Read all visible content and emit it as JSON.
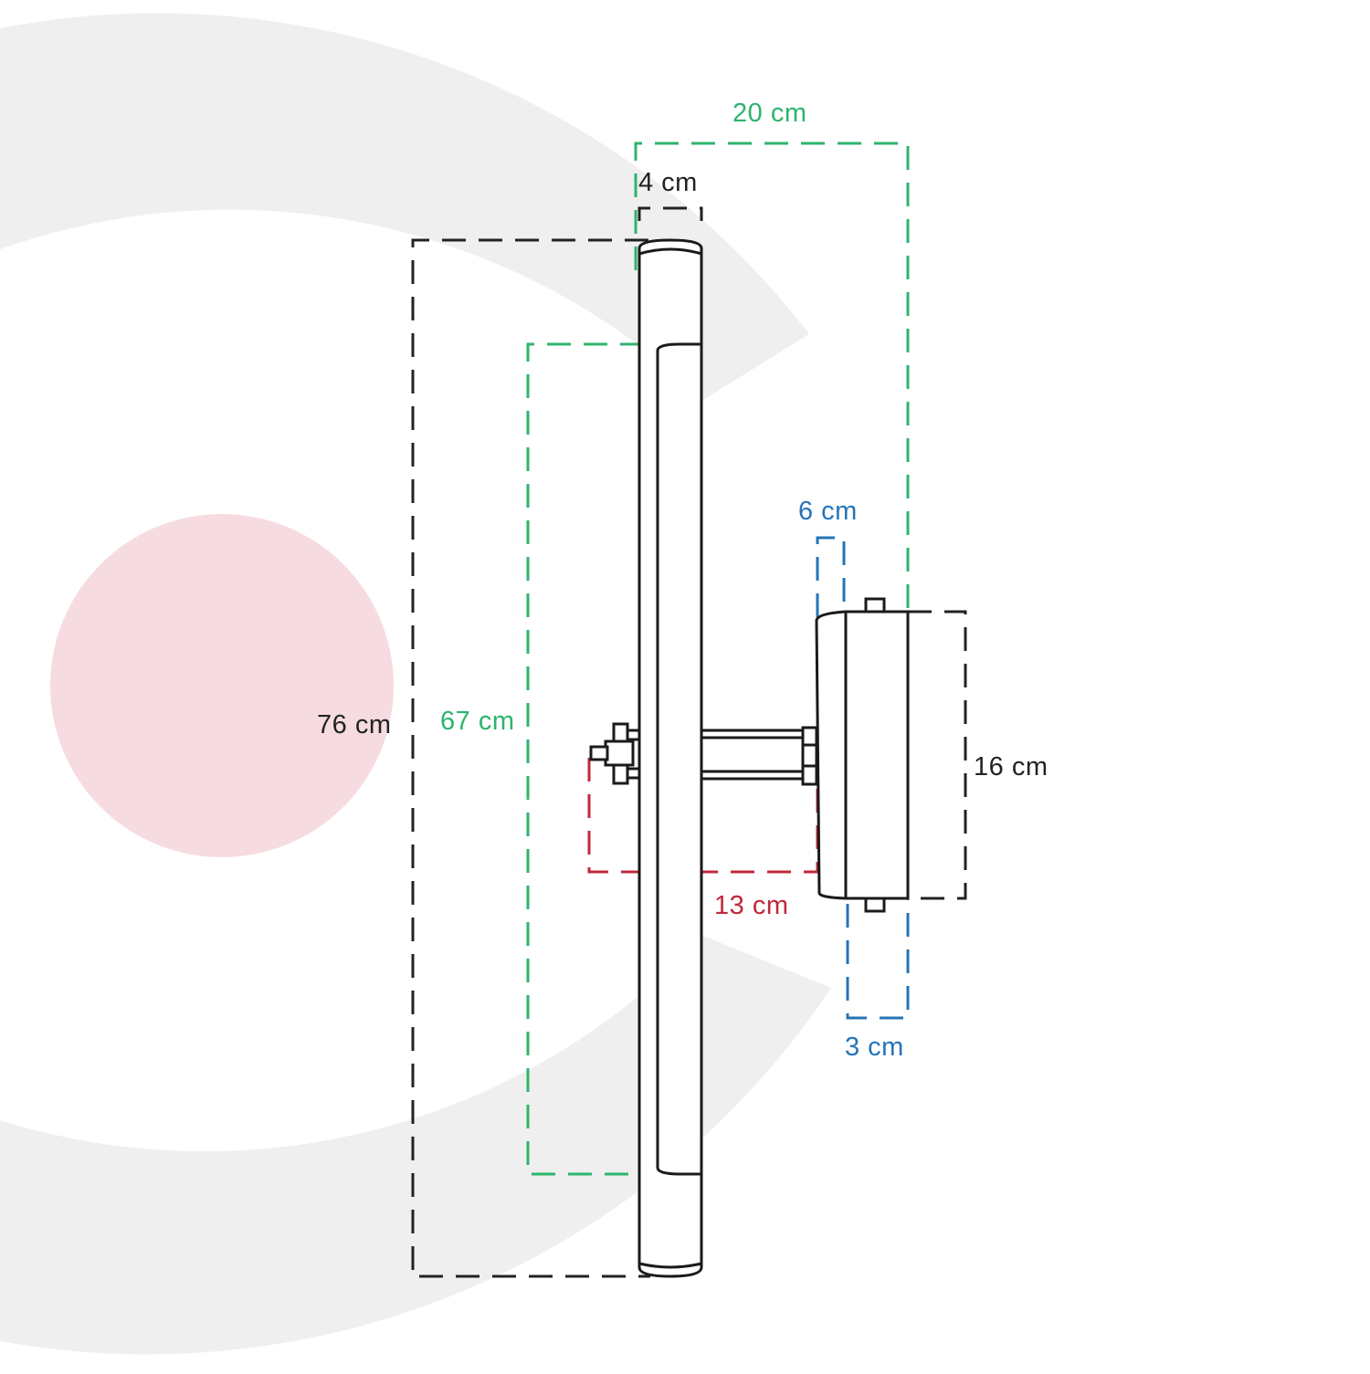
{
  "colors": {
    "background_arc": "#efefef",
    "background_circle": "#f6dce1",
    "line": "#1a1a1a",
    "dim_black": "#222222",
    "dim_green": "#2db46c",
    "dim_blue": "#2574b8",
    "dim_red": "#c0283a"
  },
  "dimensions": {
    "total_height": "76 cm",
    "diffuser_length": "67 cm",
    "total_depth": "20 cm",
    "tube_diameter": "4 cm",
    "base_depth": "6 cm",
    "base_height": "16 cm",
    "arm_offset": "13 cm",
    "mount_depth": "3 cm"
  }
}
